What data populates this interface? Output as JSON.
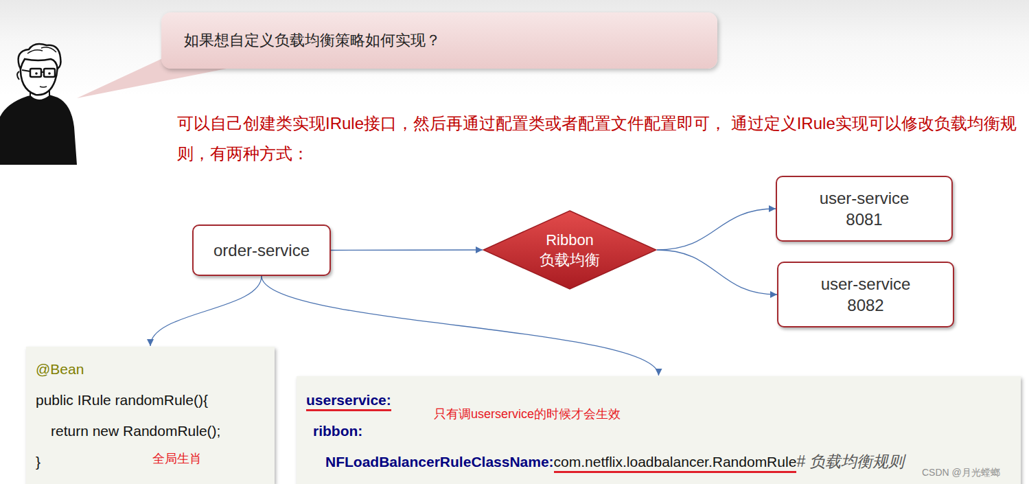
{
  "diagram": {
    "nodes": [
      {
        "text": [
          "如果想自定义负载均衡策略如何实现？"
        ]
      },
      {
        "text": [
          "order-service"
        ]
      },
      {
        "text": [
          "Ribbon",
          "负载均衡"
        ]
      },
      {
        "text": [
          "user-service",
          "8081"
        ]
      },
      {
        "text": [
          "user-service",
          "8082"
        ]
      },
      {
        "text": [
          "@Bean",
          "public IRule randomRule(){",
          "return new RandomRule();",
          "}",
          "全局生肖"
        ]
      },
      {
        "text": [
          "userservice:",
          "只有调userservice的时候才会生效",
          "ribbon:",
          "NFLoadBalancerRuleClassName:",
          "com.netflix.loadbalancer.RandomRule",
          "# 负载均衡规则"
        ]
      }
    ],
    "edges": [
      {
        "from": 1,
        "to": 2,
        "arrow": "to"
      },
      {
        "from": 2,
        "to": 3,
        "arrow": "to"
      },
      {
        "from": 2,
        "to": 4,
        "arrow": "to"
      },
      {
        "from": 1,
        "to": 5,
        "arrow": "to"
      },
      {
        "from": 1,
        "to": 6,
        "arrow": "to"
      }
    ],
    "labels": [
      "可以自己创建类实现IRule接口，然后再通过配置类或者配置文件配置即可， 通过定义IRule实现可以修改负载均衡规则，有两种方式：",
      "CSDN @月光螳螂"
    ]
  }
}
